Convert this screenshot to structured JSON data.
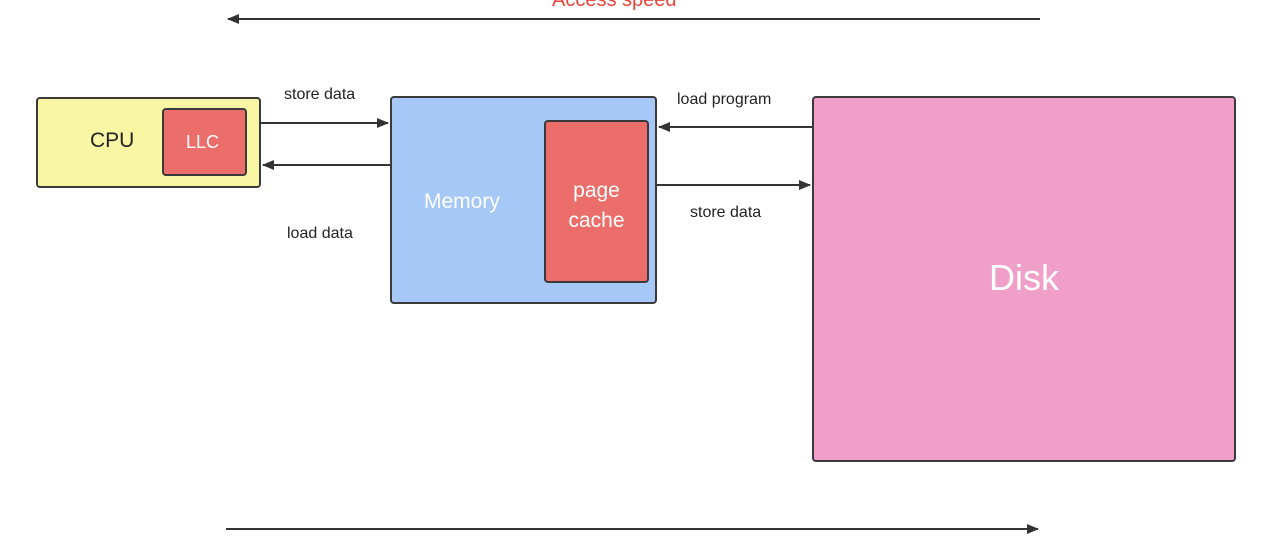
{
  "diagram": {
    "top_label": "Access speed",
    "cpu": {
      "label": "CPU",
      "llc_label": "LLC"
    },
    "memory": {
      "label": "Memory",
      "page_cache_label": "page cache"
    },
    "disk": {
      "label": "Disk"
    },
    "edges": {
      "cpu_to_memory": "store data",
      "memory_to_cpu": "load data",
      "disk_to_memory": "load program",
      "memory_to_disk": "store data"
    },
    "colors": {
      "cpu": "#f9f7a4",
      "cache": "#ec6e6a",
      "memory": "#a6c8f7",
      "disk": "#f0a0c8",
      "accent": "#e8443a"
    }
  }
}
